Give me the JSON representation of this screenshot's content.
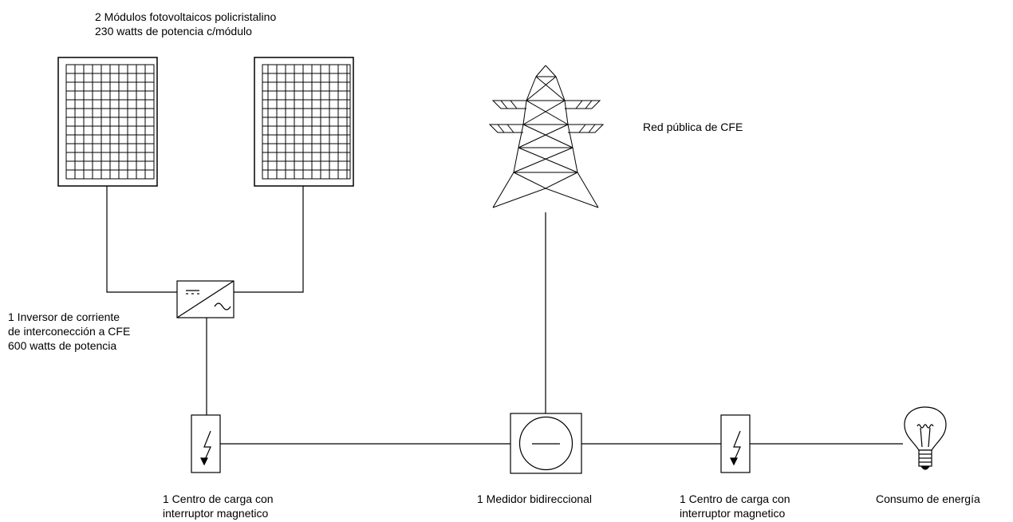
{
  "diagram_title": "",
  "labels": {
    "modules": [
      "2 Módulos fotovoltaicos policristalino",
      "230 watts de potencia c/módulo"
    ],
    "inverter": [
      "1 Inversor de corriente",
      "de interconección a CFE",
      "600 watts de potencia"
    ],
    "grid": "Red pública de CFE",
    "load_center_left": [
      "1 Centro de carga con",
      "interruptor magnetico"
    ],
    "meter": "1 Medidor bidireccional",
    "load_center_right": [
      "1 Centro de carga con",
      "interruptor magnetico"
    ],
    "consumption": "Consumo de energía"
  },
  "icons": {
    "solar_panel": "solar-panel-icon",
    "inverter": "inverter-icon",
    "tower": "transmission-tower-icon",
    "breaker": "breaker-icon",
    "meter": "meter-icon",
    "bulb": "light-bulb-icon"
  },
  "colors": {
    "stroke": "#000000",
    "background": "#ffffff"
  }
}
